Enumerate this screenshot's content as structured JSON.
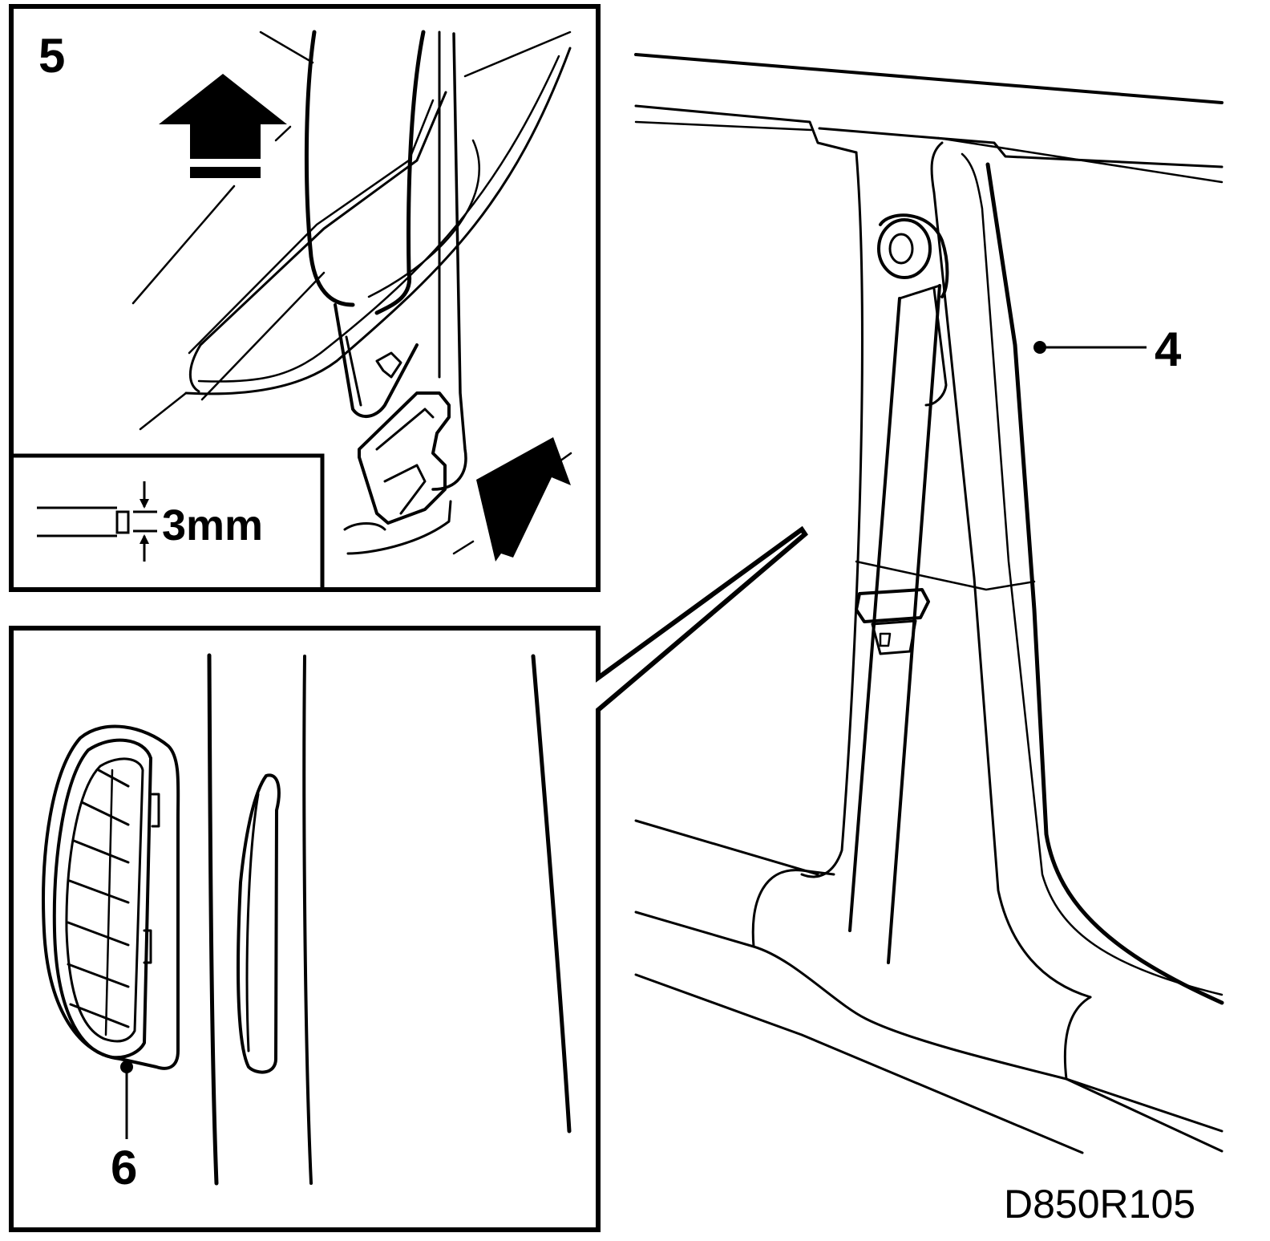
{
  "figure": {
    "reference_code": "D850R105"
  },
  "callouts": {
    "step_5": "5",
    "part_4": "4",
    "part_6": "6"
  },
  "inset_top": {
    "gap_dimension": "3mm"
  },
  "colors": {
    "ink": "#000000",
    "paper": "#ffffff"
  },
  "icons": {
    "push_up_arrow": "arrow-up-with-bar",
    "insert_arrow": "arrow-diagonal-up-right"
  }
}
